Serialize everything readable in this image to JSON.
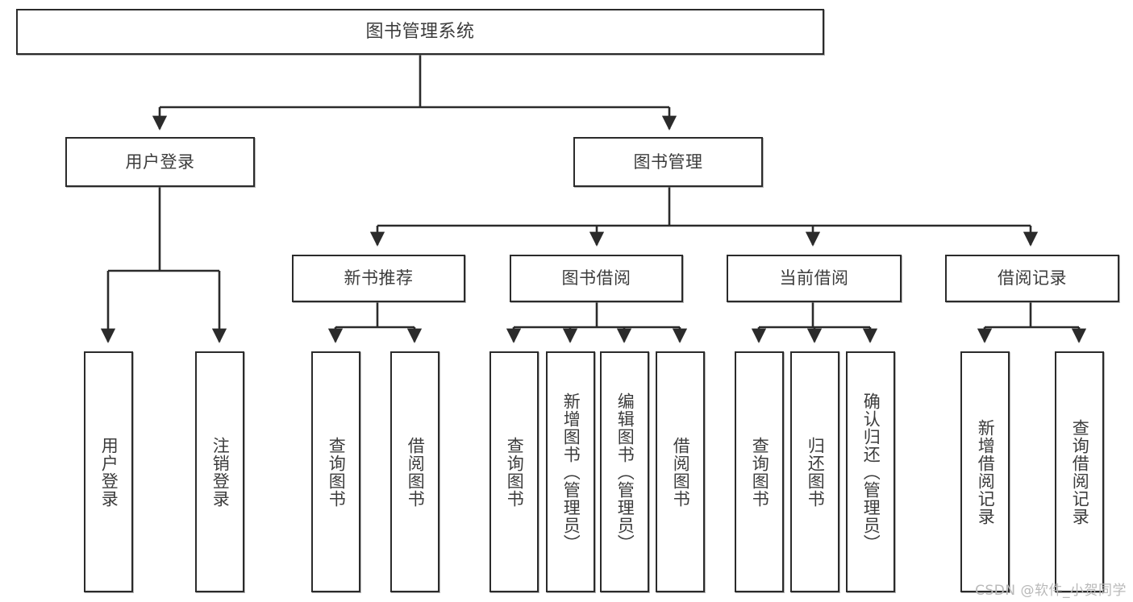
{
  "diagram": {
    "type": "tree-hierarchy",
    "title": "图书管理系统",
    "watermark": "CSDN @软件_小贺同学",
    "colors": {
      "box_border": "#2b2b2b",
      "box_fill": "#ffffff",
      "text": "#3c3c3c",
      "connector": "#2b2b2b",
      "watermark": "#b9b9b9",
      "background": "#ffffff"
    },
    "root": {
      "label": "图书管理系统"
    },
    "level2": [
      {
        "label": "用户登录"
      },
      {
        "label": "图书管理"
      }
    ],
    "level3": [
      {
        "label": "新书推荐"
      },
      {
        "label": "图书借阅"
      },
      {
        "label": "当前借阅"
      },
      {
        "label": "借阅记录"
      }
    ],
    "leaves_user_login": [
      {
        "label": "用户登录"
      },
      {
        "label": "注销登录"
      }
    ],
    "leaves_new_books": [
      {
        "label": "查询图书"
      },
      {
        "label": "借阅图书"
      }
    ],
    "leaves_borrow": [
      {
        "label": "查询图书"
      },
      {
        "label": "新增图书（管理员）"
      },
      {
        "label": "编辑图书（管理员）"
      },
      {
        "label": "借阅图书"
      }
    ],
    "leaves_current": [
      {
        "label": "查询图书"
      },
      {
        "label": "归还图书"
      },
      {
        "label": "确认归还（管理员）"
      }
    ],
    "leaves_records": [
      {
        "label": "新增借阅记录"
      },
      {
        "label": "查询借阅记录"
      }
    ]
  }
}
